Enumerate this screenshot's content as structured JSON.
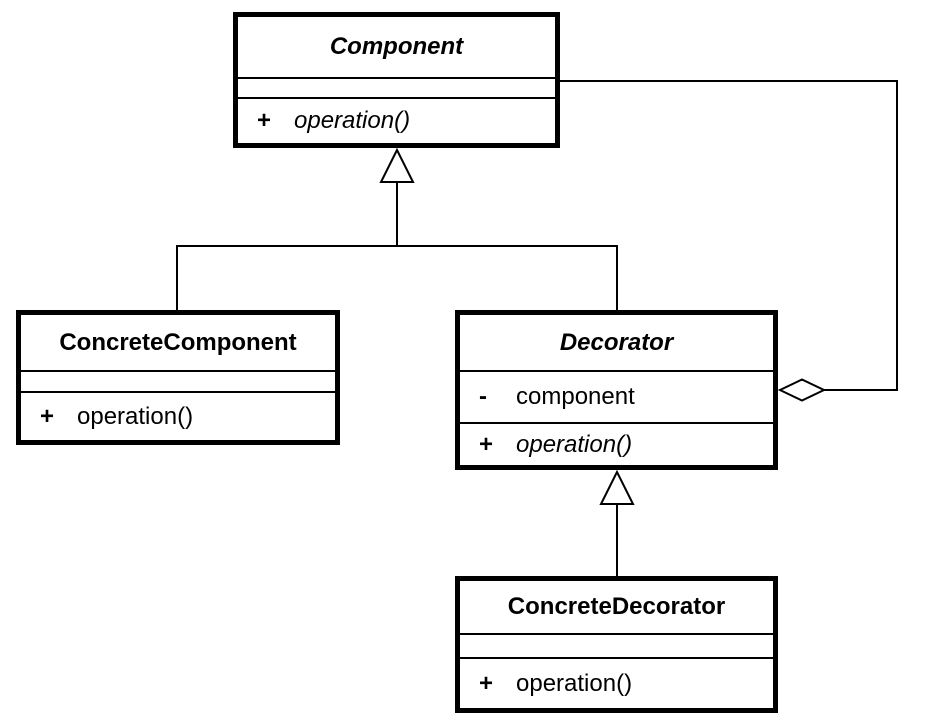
{
  "diagram": {
    "type": "uml-class-diagram",
    "colors": {
      "line": "#000000",
      "background": "#ffffff",
      "box_fill": "#ffffff",
      "text": "#000000"
    }
  },
  "classes": {
    "component": {
      "name": "Component",
      "abstract": true,
      "attributes": [],
      "methods": [
        {
          "visibility": "+",
          "signature": "operation()",
          "abstract": true
        }
      ]
    },
    "concrete_component": {
      "name": "ConcreteComponent",
      "abstract": false,
      "attributes": [],
      "methods": [
        {
          "visibility": "+",
          "signature": "operation()",
          "abstract": false
        }
      ]
    },
    "decorator": {
      "name": "Decorator",
      "abstract": true,
      "attributes": [
        {
          "visibility": "-",
          "name": "component"
        }
      ],
      "methods": [
        {
          "visibility": "+",
          "signature": "operation()",
          "abstract": true
        }
      ]
    },
    "concrete_decorator": {
      "name": "ConcreteDecorator",
      "abstract": false,
      "attributes": [],
      "methods": [
        {
          "visibility": "+",
          "signature": "operation()",
          "abstract": false
        }
      ]
    }
  },
  "relationships": [
    {
      "type": "generalization",
      "from": "ConcreteComponent",
      "to": "Component"
    },
    {
      "type": "generalization",
      "from": "Decorator",
      "to": "Component"
    },
    {
      "type": "generalization",
      "from": "ConcreteDecorator",
      "to": "Decorator"
    },
    {
      "type": "aggregation",
      "owner": "Decorator",
      "part": "Component"
    }
  ]
}
